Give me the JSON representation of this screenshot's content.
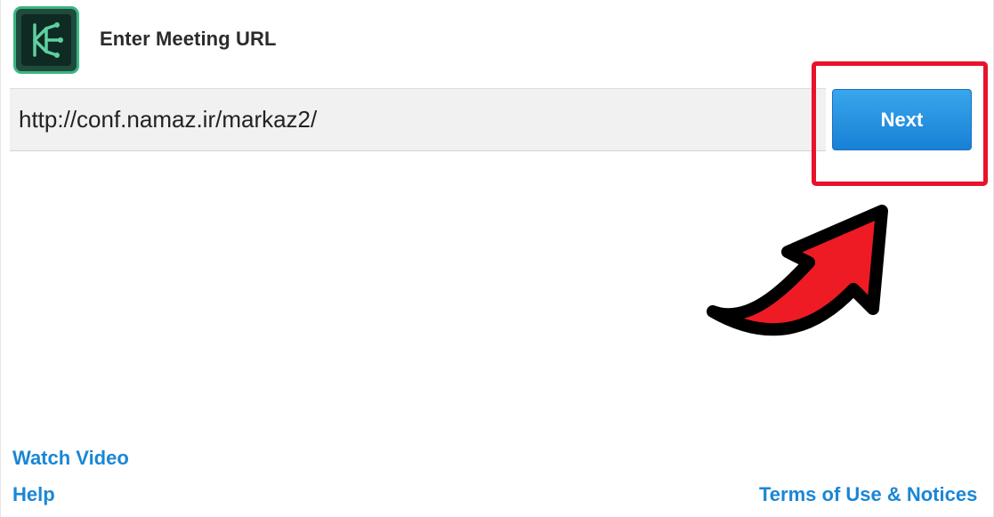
{
  "header": {
    "logo_icon": "adobe-connect-logo-icon",
    "title": "Enter Meeting URL"
  },
  "url_input": {
    "value": "http://conf.namaz.ir/markaz2/",
    "placeholder": ""
  },
  "next_button": {
    "label": "Next"
  },
  "annotation": {
    "highlight_color": "#e8132b",
    "arrow_fill": "#ee1b24",
    "arrow_outline": "#000000"
  },
  "footer": {
    "watch_video": "Watch Video",
    "help": "Help",
    "terms": "Terms of Use & Notices"
  },
  "colors": {
    "link": "#1a86d6",
    "button_top": "#39a6ec",
    "button_bottom": "#1880d6",
    "logo_border": "#3bb583"
  }
}
